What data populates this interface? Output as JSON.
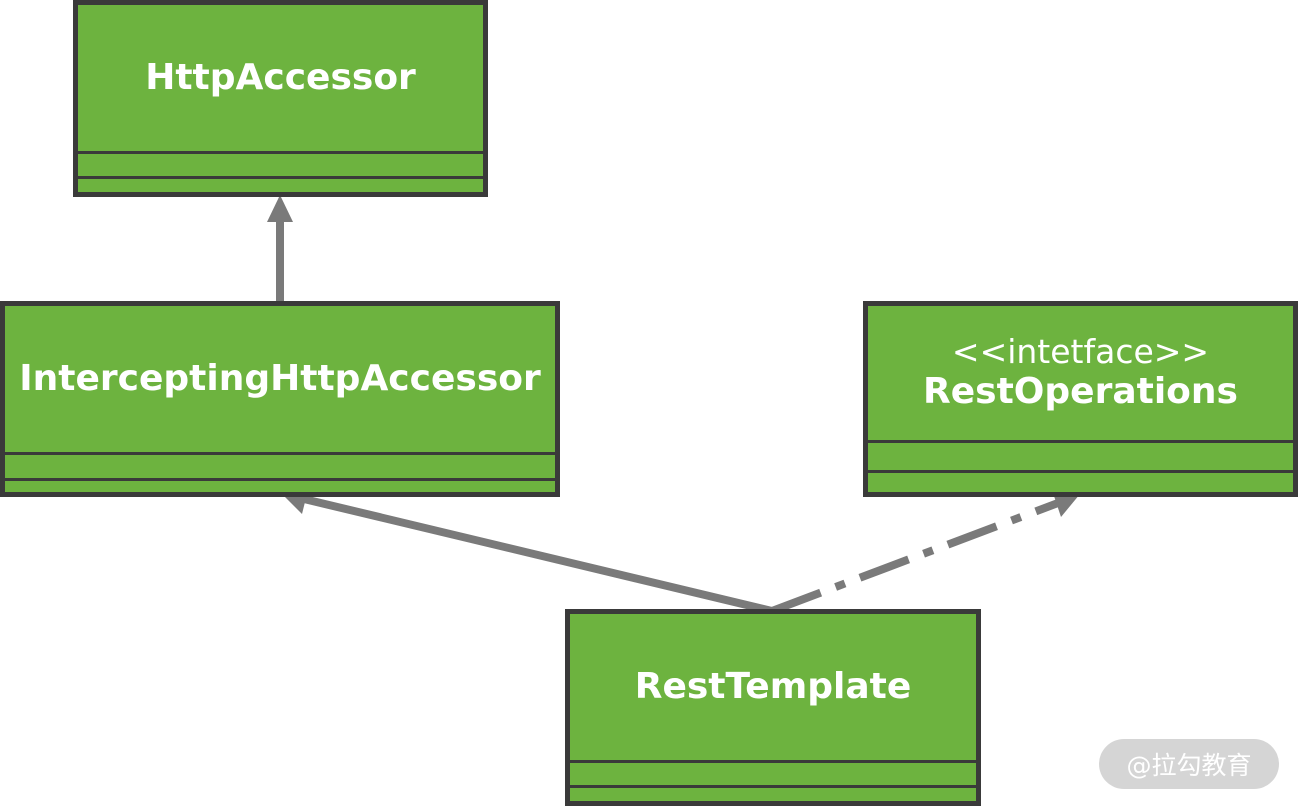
{
  "classes": {
    "http_accessor": {
      "name": "HttpAccessor"
    },
    "intercepting_http_accessor": {
      "name": "InterceptingHttpAccessor"
    },
    "rest_operations": {
      "stereotype": "<<intetface>>",
      "name": "RestOperations"
    },
    "rest_template": {
      "name": "RestTemplate"
    }
  },
  "colors": {
    "box_fill": "#6db33f",
    "box_border": "#3a3a3a",
    "arrow": "#7a7a7a",
    "text": "#ffffff"
  },
  "watermark": {
    "text": "@拉勾教育"
  }
}
